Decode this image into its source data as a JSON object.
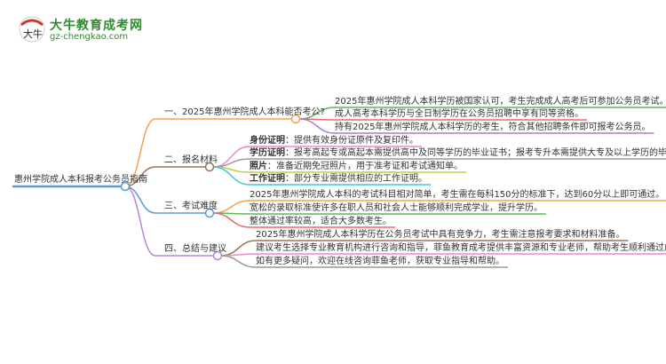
{
  "logo": {
    "title": "大牛教育成考网",
    "url": "gz-chengkao.com",
    "mark": "大牛"
  },
  "root": {
    "label": "惠州学院成人本科报考公务员指南",
    "color": "#5b9bd5"
  },
  "branches": [
    {
      "label": "一、2025年惠州学院成人本科能否考公?",
      "color": "#f5a04a",
      "leaves": [
        {
          "text": "2025年惠州学院成人本科学历被国家认可，考生完成成人高考后可参加公务员考试。",
          "color": "#5cb85c"
        },
        {
          "text": "成人高考本科学历与全日制学历在公务员招聘中享有同等资格。",
          "color": "#e86a6a"
        },
        {
          "text": "持有2025年惠州学院成人本科学历的考生，符合其他招聘条件即可报考公务员。",
          "color": "#a77bd6"
        }
      ]
    },
    {
      "label": "二、报名材料",
      "color": "#a0705a",
      "leaves": [
        {
          "bold": "身份证明",
          "text": "：提供有效身份证原件及复印件。",
          "color": "#e88ad0"
        },
        {
          "bold": "学历证明",
          "text": "：报考高起专或高起本需提供高中及同等学历的毕业证书；报考专升本需提供大专及以上学历的毕业证书。",
          "color": "#999999"
        },
        {
          "bold": "照片",
          "text": "：准备近期免冠照片，用于准考证和考试通知单。",
          "color": "#c8c84a"
        },
        {
          "bold": "工作证明",
          "text": "：部分专业需提供相应的工作证明。",
          "color": "#3cc8d8"
        }
      ]
    },
    {
      "label": "三、考试难度",
      "color": "#5b9bd5",
      "leaves": [
        {
          "text": "2025年惠州学院成人本科的考试科目相对简单，考生需在每科150分的标准下，达到60分以上即可通过。",
          "color": "#f5a04a"
        },
        {
          "text": "宽松的录取标准使许多在职人员和社会人士能够顺利完成学业，提升学历。",
          "color": "#5cb85c"
        },
        {
          "text": "整体通过率较高，适合大多数考生。",
          "color": "#e86a6a"
        }
      ]
    },
    {
      "label": "四、总结与建议",
      "color": "#b08ad8",
      "leaves": [
        {
          "text": "2025年惠州学院成人本科学历在公务员考试中具有竞争力，考生需注意报考要求和材料准备。",
          "color": "#a0705a"
        },
        {
          "text": "建议考生选择专业教育机构进行咨询和指导，菲鱼教育成考提供丰富资源和专业老师，帮助考生顺利通过成人高考，提升学历。",
          "color": "#e88ad0"
        },
        {
          "text": "如有更多疑问，欢迎在线咨询菲鱼老师，获取专业指导和帮助。",
          "color": "#999999"
        }
      ]
    }
  ]
}
